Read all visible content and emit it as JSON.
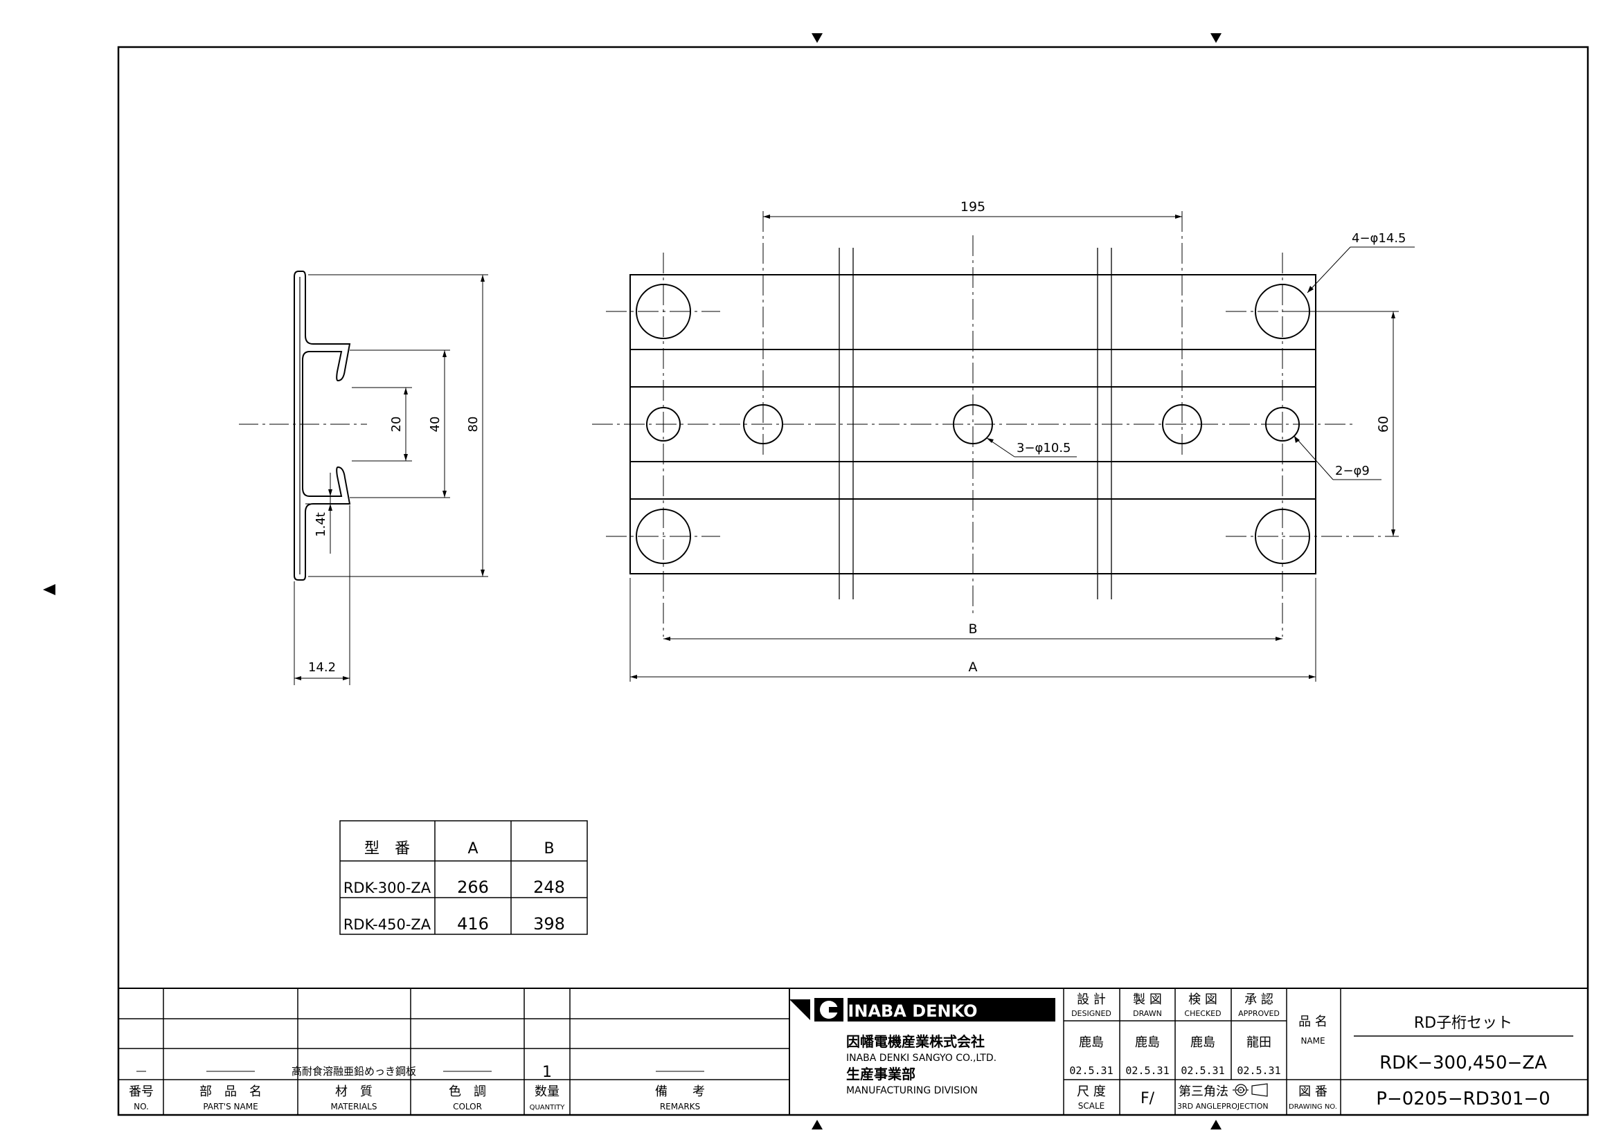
{
  "dimensions": {
    "d195": "195",
    "d60": "60",
    "d20": "20",
    "d40": "40",
    "d80": "80",
    "d14_2": "14.2",
    "d1_4t": "1.4t",
    "dimB": "B",
    "dimA": "A",
    "holes4": "4−φ14.5",
    "holes3": "3−φ10.5",
    "holes2": "2−φ9"
  },
  "size_table": {
    "headers": [
      "型　番",
      "A",
      "B"
    ],
    "rows": [
      [
        "RDK-300-ZA",
        "266",
        "248"
      ],
      [
        "RDK-450-ZA",
        "416",
        "398"
      ]
    ]
  },
  "parts_list": {
    "row3": {
      "no": "―",
      "part_name": "―――――",
      "material": "高耐食溶融亜鉛めっき鋼板",
      "color": "―――――",
      "quantity": "1",
      "remarks": "―――――"
    },
    "headers": {
      "no_jp": "番号",
      "no_en": "NO.",
      "part_jp": "部　品　名",
      "part_en": "PART'S NAME",
      "mat_jp": "材　質",
      "mat_en": "MATERIALS",
      "color_jp": "色　調",
      "color_en": "COLOR",
      "qty_jp": "数量",
      "qty_en": "QUANTITY",
      "rem_jp": "備　　考",
      "rem_en": "REMARKS"
    }
  },
  "company": {
    "logo_text": "INABA DENKO",
    "name_jp": "因幡電機産業株式会社",
    "name_en": "INABA DENKI SANGYO CO.,LTD.",
    "division_jp": "生産事業部",
    "division_en": "MANUFACTURING DIVISION"
  },
  "approval": {
    "designed_jp": "設 計",
    "designed_en": "DESIGNED",
    "drawn_jp": "製 図",
    "drawn_en": "DRAWN",
    "checked_jp": "検 図",
    "checked_en": "CHECKED",
    "approved_jp": "承 認",
    "approved_en": "APPROVED",
    "designed_by": "鹿島",
    "drawn_by": "鹿島",
    "checked_by": "鹿島",
    "approved_by": "龍田",
    "date1": "02.5.31",
    "date2": "02.5.31",
    "date3": "02.5.31",
    "date4": "02.5.31",
    "scale_jp": "尺 度",
    "scale_en": "SCALE",
    "scale_value": "F/",
    "projection_jp": "第三角法",
    "projection_en": "3RD ANGLEPROJECTION"
  },
  "title": {
    "name_label_jp": "品 名",
    "name_label_en": "NAME",
    "product_name": "RD子桁セット",
    "model": "RDK−300,450−ZA",
    "drawing_label_jp": "図 番",
    "drawing_label_en": "DRAWING NO.",
    "drawing_no": "P−0205−RD301−0"
  }
}
